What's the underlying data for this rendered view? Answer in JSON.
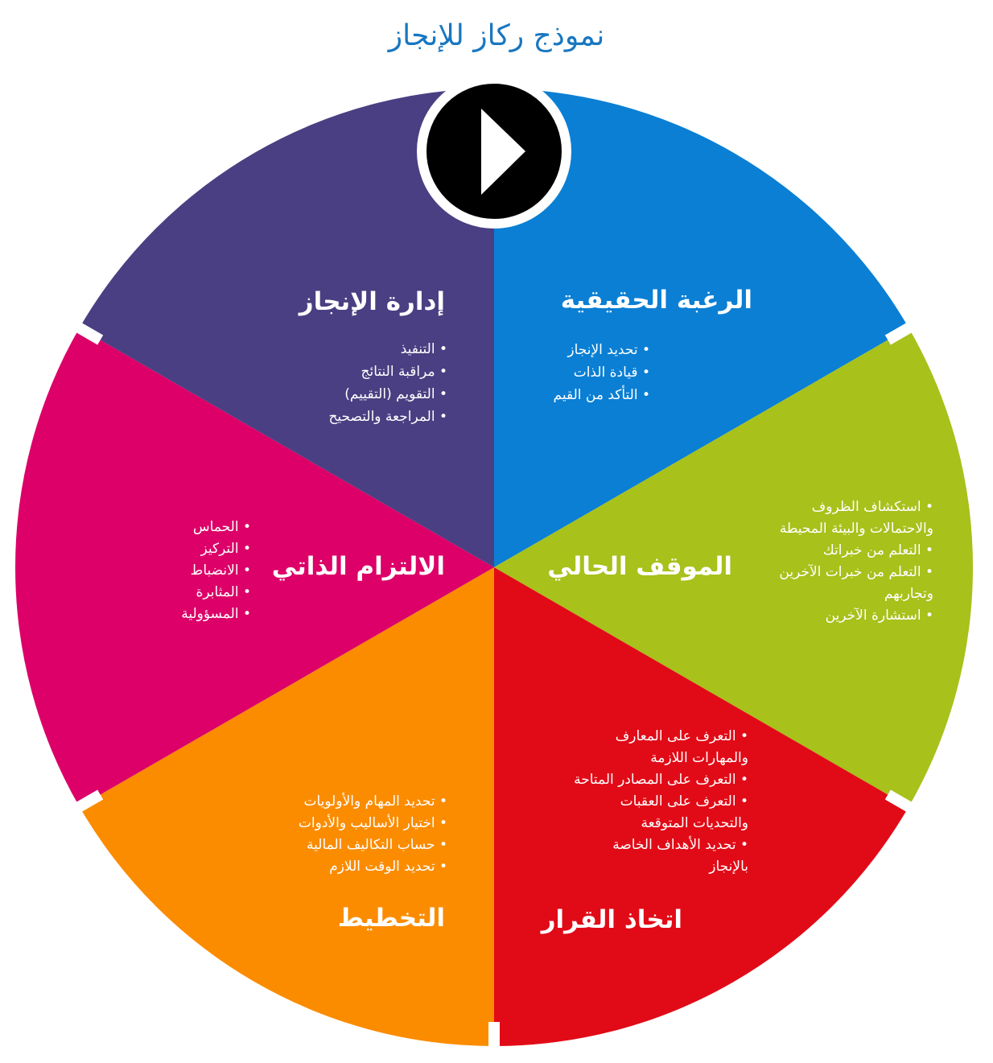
{
  "title": "نموذج ركاز للإنجاز",
  "colors": {
    "title": "#1877c0",
    "background": "#ffffff",
    "hub": "#000000",
    "play_arrow": "#ffffff"
  },
  "hub": {
    "icon": "play-icon"
  },
  "segments": [
    {
      "id": "desire",
      "color": "#0a7fd4",
      "title": "الرغبة الحقيقية",
      "items": [
        "• تحديد الإنجاز",
        "• قيادة الذات",
        "• التأكد من القيم"
      ]
    },
    {
      "id": "situation",
      "color": "#a8c11b",
      "title": "الموقف الحالي",
      "items": [
        "• استكشاف الظروف",
        "والاحتمالات والبيئة المحيطة",
        "• التعلم من خبراتك",
        "• التعلم من خبرات الآخرين",
        "وتجاربهم",
        "• استشارة الآخرين"
      ]
    },
    {
      "id": "decision",
      "color": "#e10b17",
      "title": "اتخاذ القرار",
      "items": [
        "• التعرف على المعارف",
        "والمهارات اللازمة",
        "• التعرف على المصادر المتاحة",
        "• التعرف على العقبات",
        "والتحديات المتوقعة",
        "• تحديد الأهداف الخاصة",
        "بالإنجاز"
      ]
    },
    {
      "id": "planning",
      "color": "#fb8c00",
      "title": "التخطيط",
      "items": [
        "• تحديد المهام والأولويات",
        "• اختيار الأساليب والأدوات",
        "• حساب التكاليف المالية",
        "• تحديد الوقت اللازم"
      ]
    },
    {
      "id": "commitment",
      "color": "#dc0068",
      "title": "الالتزام الذاتي",
      "items": [
        "• الحماس",
        "• التركيز",
        "• الانضباط",
        "• المثابرة",
        "• المسؤولية"
      ]
    },
    {
      "id": "management",
      "color": "#4a3f82",
      "title": "إدارة الإنجاز",
      "items": [
        "• التنفيذ",
        "• مراقبة النتائج",
        "• التقويم (التقييم)",
        "• المراجعة والتصحيح"
      ]
    }
  ]
}
